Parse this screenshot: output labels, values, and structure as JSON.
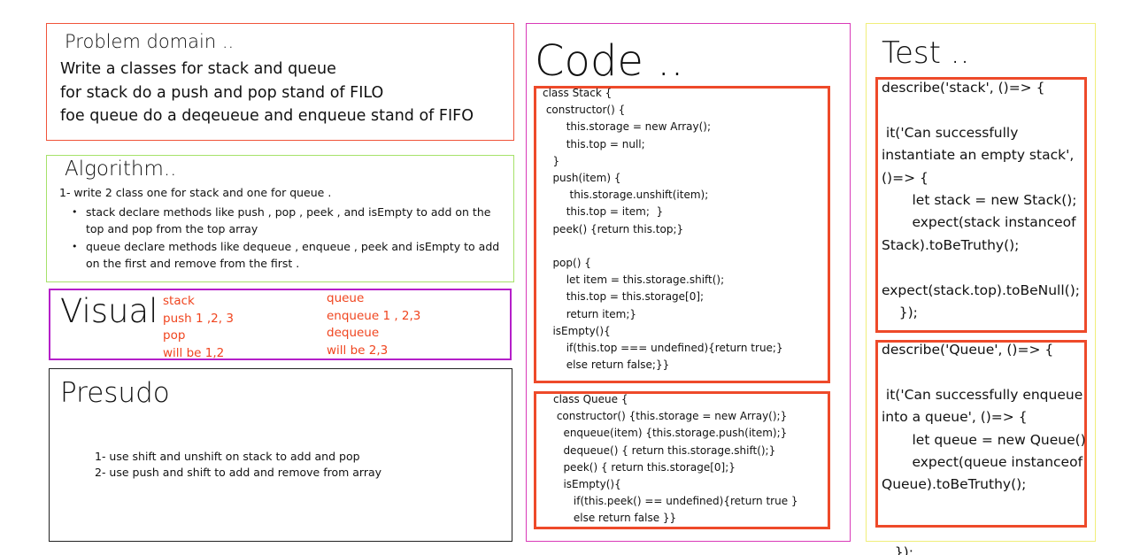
{
  "problem": {
    "heading": "Problem domain ..",
    "lines": [
      "Write a classes for stack and queue",
      "for stack do a push and pop stand of FILO",
      "foe queue do a deqeueue and enqueue stand of FIFO"
    ]
  },
  "algorithm": {
    "heading": "Algorithm..",
    "intro": "1- write 2 class one for stack and one for queue .",
    "bullets": [
      "stack declare methods like push , pop , peek , and isEmpty to add on the top and pop from the top array",
      "queue declare methods like dequeue , enqueue , peek and isEmpty to add on the first and remove from the first ."
    ]
  },
  "visual": {
    "heading": "Visual",
    "stack_lines": [
      "stack",
      "push 1 ,2, 3",
      "pop",
      "will be 1,2"
    ],
    "queue_lines": [
      "queue",
      "enqueue 1 , 2,3",
      "dequeue",
      "will be 2,3"
    ],
    "accent_color": "#f0451f"
  },
  "presudo": {
    "heading": "Presudo",
    "lines": [
      "1- use shift and unshift on stack to add and pop",
      "2- use push and shift to add and remove from array"
    ]
  },
  "code": {
    "heading": "Code ..",
    "stack_code": "class Stack {\n constructor() {\n       this.storage = new Array();\n       this.top = null;\n   }\n   push(item) {\n        this.storage.unshift(item);\n       this.top = item;  }\n   peek() {return this.top;}\n\n   pop() {\n       let item = this.storage.shift();\n       this.top = this.storage[0];\n       return item;}\n   isEmpty(){\n       if(this.top === undefined){return true;}\n       else return false;}}",
    "queue_code": "class Queue {\n constructor() {this.storage = new Array();}\n   enqueue(item) {this.storage.push(item);}\n   dequeue() { return this.storage.shift();}\n   peek() { return this.storage[0];}\n   isEmpty(){\n      if(this.peek() == undefined){return true }\n      else return false }}"
  },
  "test": {
    "heading": "Test ..",
    "stack_test": "describe('stack', ()=> {\n\n it('Can successfully\ninstantiate an empty stack',\n()=> {\n       let stack = new Stack();\n       expect(stack instanceof\nStack).toBeTruthy();\n\nexpect(stack.top).toBeNull();\n    });",
    "queue_test": "describe('Queue', ()=> {\n\n it('Can successfully enqueue\ninto a queue', ()=> {\n       let queue = new Queue();\n       expect(queue instanceof\nQueue).toBeTruthy();\n\n\n   });"
  }
}
